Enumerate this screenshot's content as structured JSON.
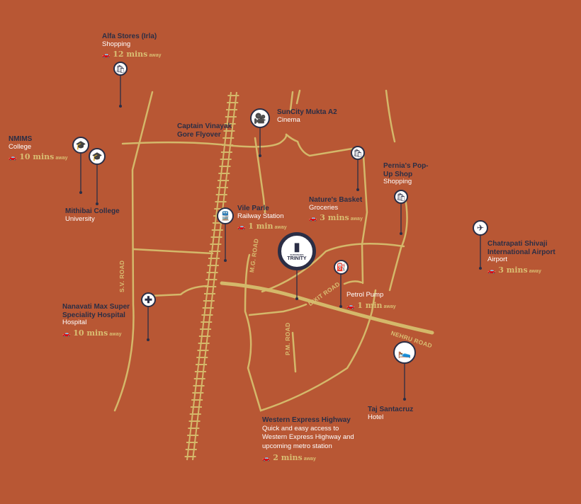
{
  "colors": {
    "background": "#B85734",
    "road": "#D4B86A",
    "pin": "#2B2E45",
    "title_text": "#2B2E45",
    "subtitle_text": "#FFFFFF",
    "distance_text": "#D9BE72"
  },
  "project": {
    "logo_text": "TRINITY",
    "logo_subtext": "SUPARSHWA"
  },
  "roads": {
    "sv": "S.V. ROAD",
    "mg": "M.G. ROAD",
    "dixit": "DIXIT ROAD",
    "pm": "P.M. ROAD",
    "nehru": "NEHRU ROAD"
  },
  "places": [
    {
      "title": "Alfa Stores (Irla)",
      "subtitle": "Shopping",
      "time": "12 mins",
      "away": "away",
      "icon": "shopping-bag-icon"
    },
    {
      "title": "NMIMS",
      "subtitle": "College",
      "time": "10 mins",
      "away": "away",
      "icon": "graduation-cap-icon"
    },
    {
      "title": "Mithibai College",
      "subtitle": "University",
      "icon": "graduation-cap-icon"
    },
    {
      "title": "Captain Vinayak Gore Flyover"
    },
    {
      "title": "SunCity Mukta A2",
      "subtitle": "Cinema",
      "icon": "movie-camera-icon"
    },
    {
      "title": "Nature's Basket",
      "subtitle": "Groceries",
      "time": "3 mins",
      "away": "away",
      "icon": "shopping-bag-icon"
    },
    {
      "title": "Pernia's Pop-Up Shop",
      "subtitle": "Shopping",
      "icon": "shopping-bag-icon"
    },
    {
      "title": "Vile Parle",
      "subtitle": "Railway Station",
      "time": "1 min",
      "away": "away",
      "icon": "train-icon"
    },
    {
      "title": "Chatrapati Shivaji International Airport",
      "subtitle": "Airport",
      "time": "3 mins",
      "away": "away",
      "icon": "airplane-icon"
    },
    {
      "title": "Petrol Pump",
      "time": "1 min",
      "away": "away",
      "icon": "fuel-pump-icon"
    },
    {
      "title": "Nanavati Max Super Speciality Hospital",
      "subtitle": "Hospital",
      "time": "10 mins",
      "away": "away",
      "icon": "medical-cross-icon"
    },
    {
      "title": "Taj Santacruz",
      "subtitle": "Hotel",
      "icon": "bed-icon"
    },
    {
      "title": "Western Express Highway",
      "subtitle": "Quick and easy access to Western Express Highway and upcoming metro station",
      "time": "2 mins",
      "away": "away"
    }
  ]
}
